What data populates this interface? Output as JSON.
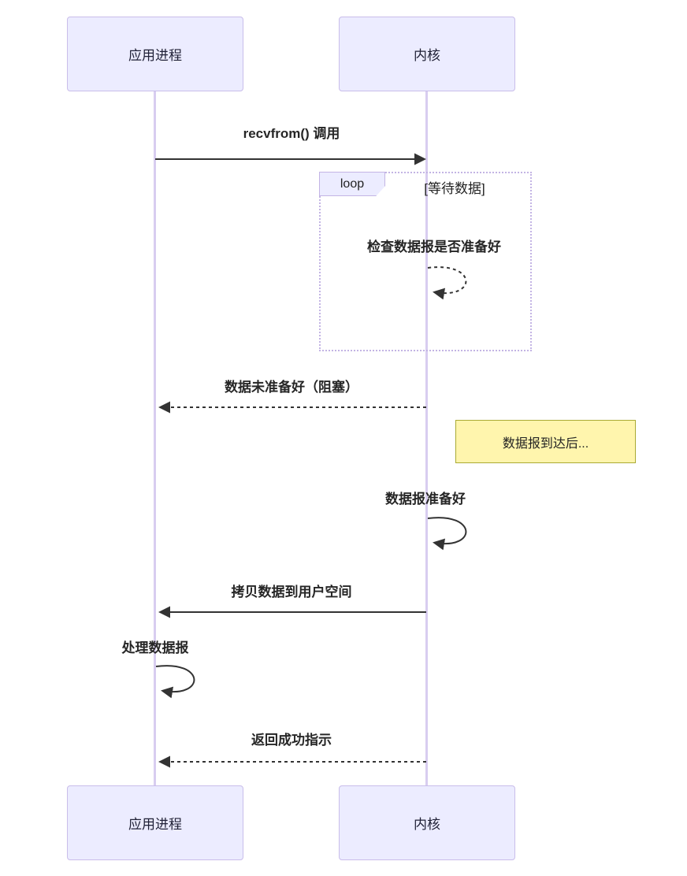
{
  "diagram": {
    "type": "sequence",
    "participants": [
      {
        "id": "app",
        "label": "应用进程"
      },
      {
        "id": "kernel",
        "label": "内核"
      }
    ],
    "messages": [
      {
        "text": "recvfrom() 调用",
        "from": "app",
        "to": "kernel",
        "style": "solid"
      },
      {
        "text": "检查数据报是否准备好",
        "from": "kernel",
        "to": "kernel",
        "style": "dashed",
        "self": true
      },
      {
        "text": "数据未准备好（阻塞）",
        "from": "kernel",
        "to": "app",
        "style": "dashed"
      },
      {
        "text": "数据报准备好",
        "from": "kernel",
        "to": "kernel",
        "style": "solid",
        "self": true
      },
      {
        "text": "拷贝数据到用户空间",
        "from": "kernel",
        "to": "app",
        "style": "solid"
      },
      {
        "text": "处理数据报",
        "from": "app",
        "to": "app",
        "style": "solid",
        "self": true
      },
      {
        "text": "返回成功指示",
        "from": "kernel",
        "to": "app",
        "style": "dashed"
      }
    ],
    "loop": {
      "label": "loop",
      "condition": "[等待数据]"
    },
    "note": {
      "text": "数据报到达后...",
      "anchored_to": "kernel"
    },
    "colors": {
      "actor_fill": "#ECECFF",
      "actor_border": "#c9bdea",
      "lifeline": "#d8cdf0",
      "loop_border": "#c3b4e4",
      "note_fill": "#fff5ad",
      "note_border": "#aaaa33",
      "arrow": "#333333"
    }
  }
}
